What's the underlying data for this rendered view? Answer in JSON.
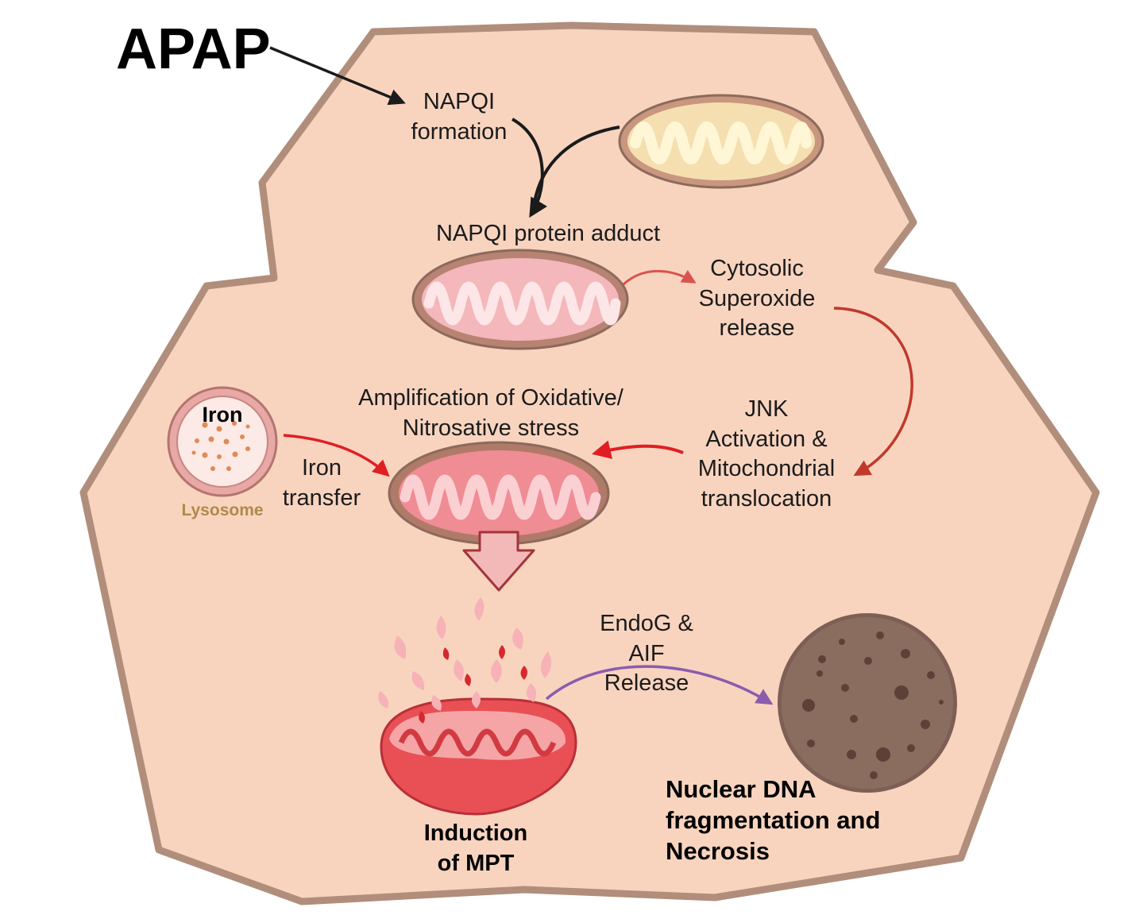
{
  "title": "APAP",
  "labels": {
    "napqi_formation": [
      "NAPQI",
      "formation"
    ],
    "protein_adduct": "NAPQI protein adduct",
    "superoxide": [
      "Cytosolic",
      "Superoxide",
      "release"
    ],
    "amplification": [
      "Amplification of Oxidative/",
      "Nitrosative stress"
    ],
    "jnk": [
      "JNK",
      "Activation &",
      "Mitochondrial",
      "translocation"
    ],
    "iron": "Iron",
    "iron_transfer": [
      "Iron",
      "transfer"
    ],
    "lysosome": "Lysosome",
    "endog": [
      "EndoG &",
      "AIF",
      "Release"
    ],
    "mpt": [
      "Induction",
      "of MPT"
    ],
    "necrosis": [
      "Nuclear DNA",
      "fragmentation and",
      "Necrosis"
    ]
  },
  "colors": {
    "cell_fill": "#f8d4bf",
    "cell_stroke": "#b08e7b",
    "mito_healthy_fill": "#fff6d6",
    "mito_pink_fill": "#fbd4d6",
    "mito_red_fill": "#f4a3a9",
    "mito_outer": "#8c6a5c",
    "arrow_black": "#1b1b1b",
    "arrow_red": "#e01e24",
    "arrow_darkred": "#c0392b",
    "arrow_purple": "#8a5cad",
    "lysosome_text": "#b0894a",
    "nucleus": "#7d5f55"
  },
  "icons": [
    "mitochondrion-healthy-icon",
    "mitochondrion-damaged-icon",
    "mitochondrion-ros-icon",
    "lysosome-icon",
    "ruptured-mitochondrion-icon",
    "nucleus-icon",
    "block-arrow-down-icon"
  ]
}
